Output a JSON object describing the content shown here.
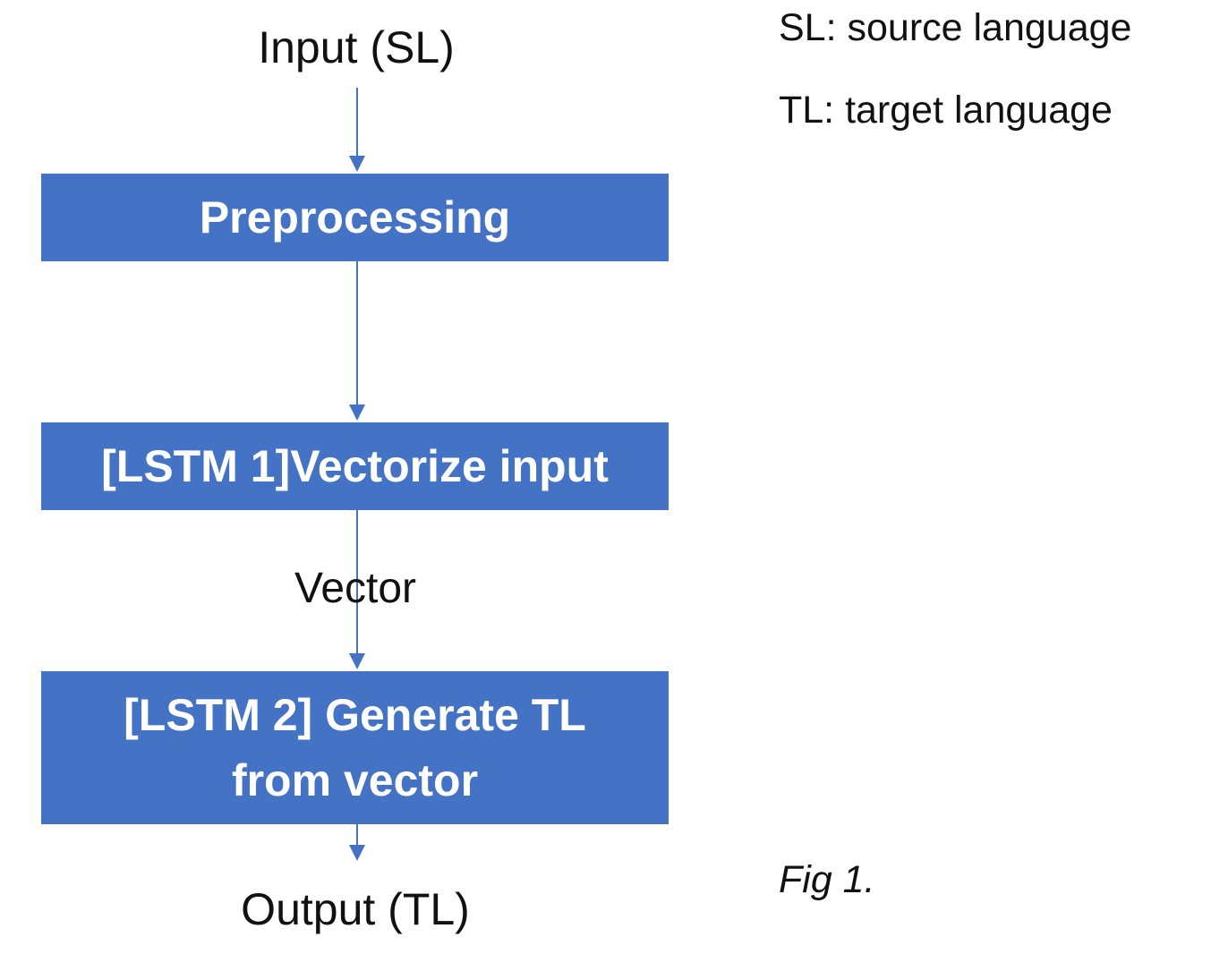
{
  "diagram": {
    "input_label": "Input (SL)",
    "output_label": "Output (TL)",
    "boxes": [
      {
        "label": "Preprocessing"
      },
      {
        "label": "[LSTM 1]Vectorize input"
      },
      {
        "label_line1": "[LSTM 2] Generate TL",
        "label_line2": "from vector"
      }
    ],
    "edge_label": "Vector",
    "box_color": "#4472c4",
    "arrow_color": "#4472c4"
  },
  "legend": {
    "sl": "SL: source language",
    "tl": "TL: target language"
  },
  "caption": "Fig 1."
}
